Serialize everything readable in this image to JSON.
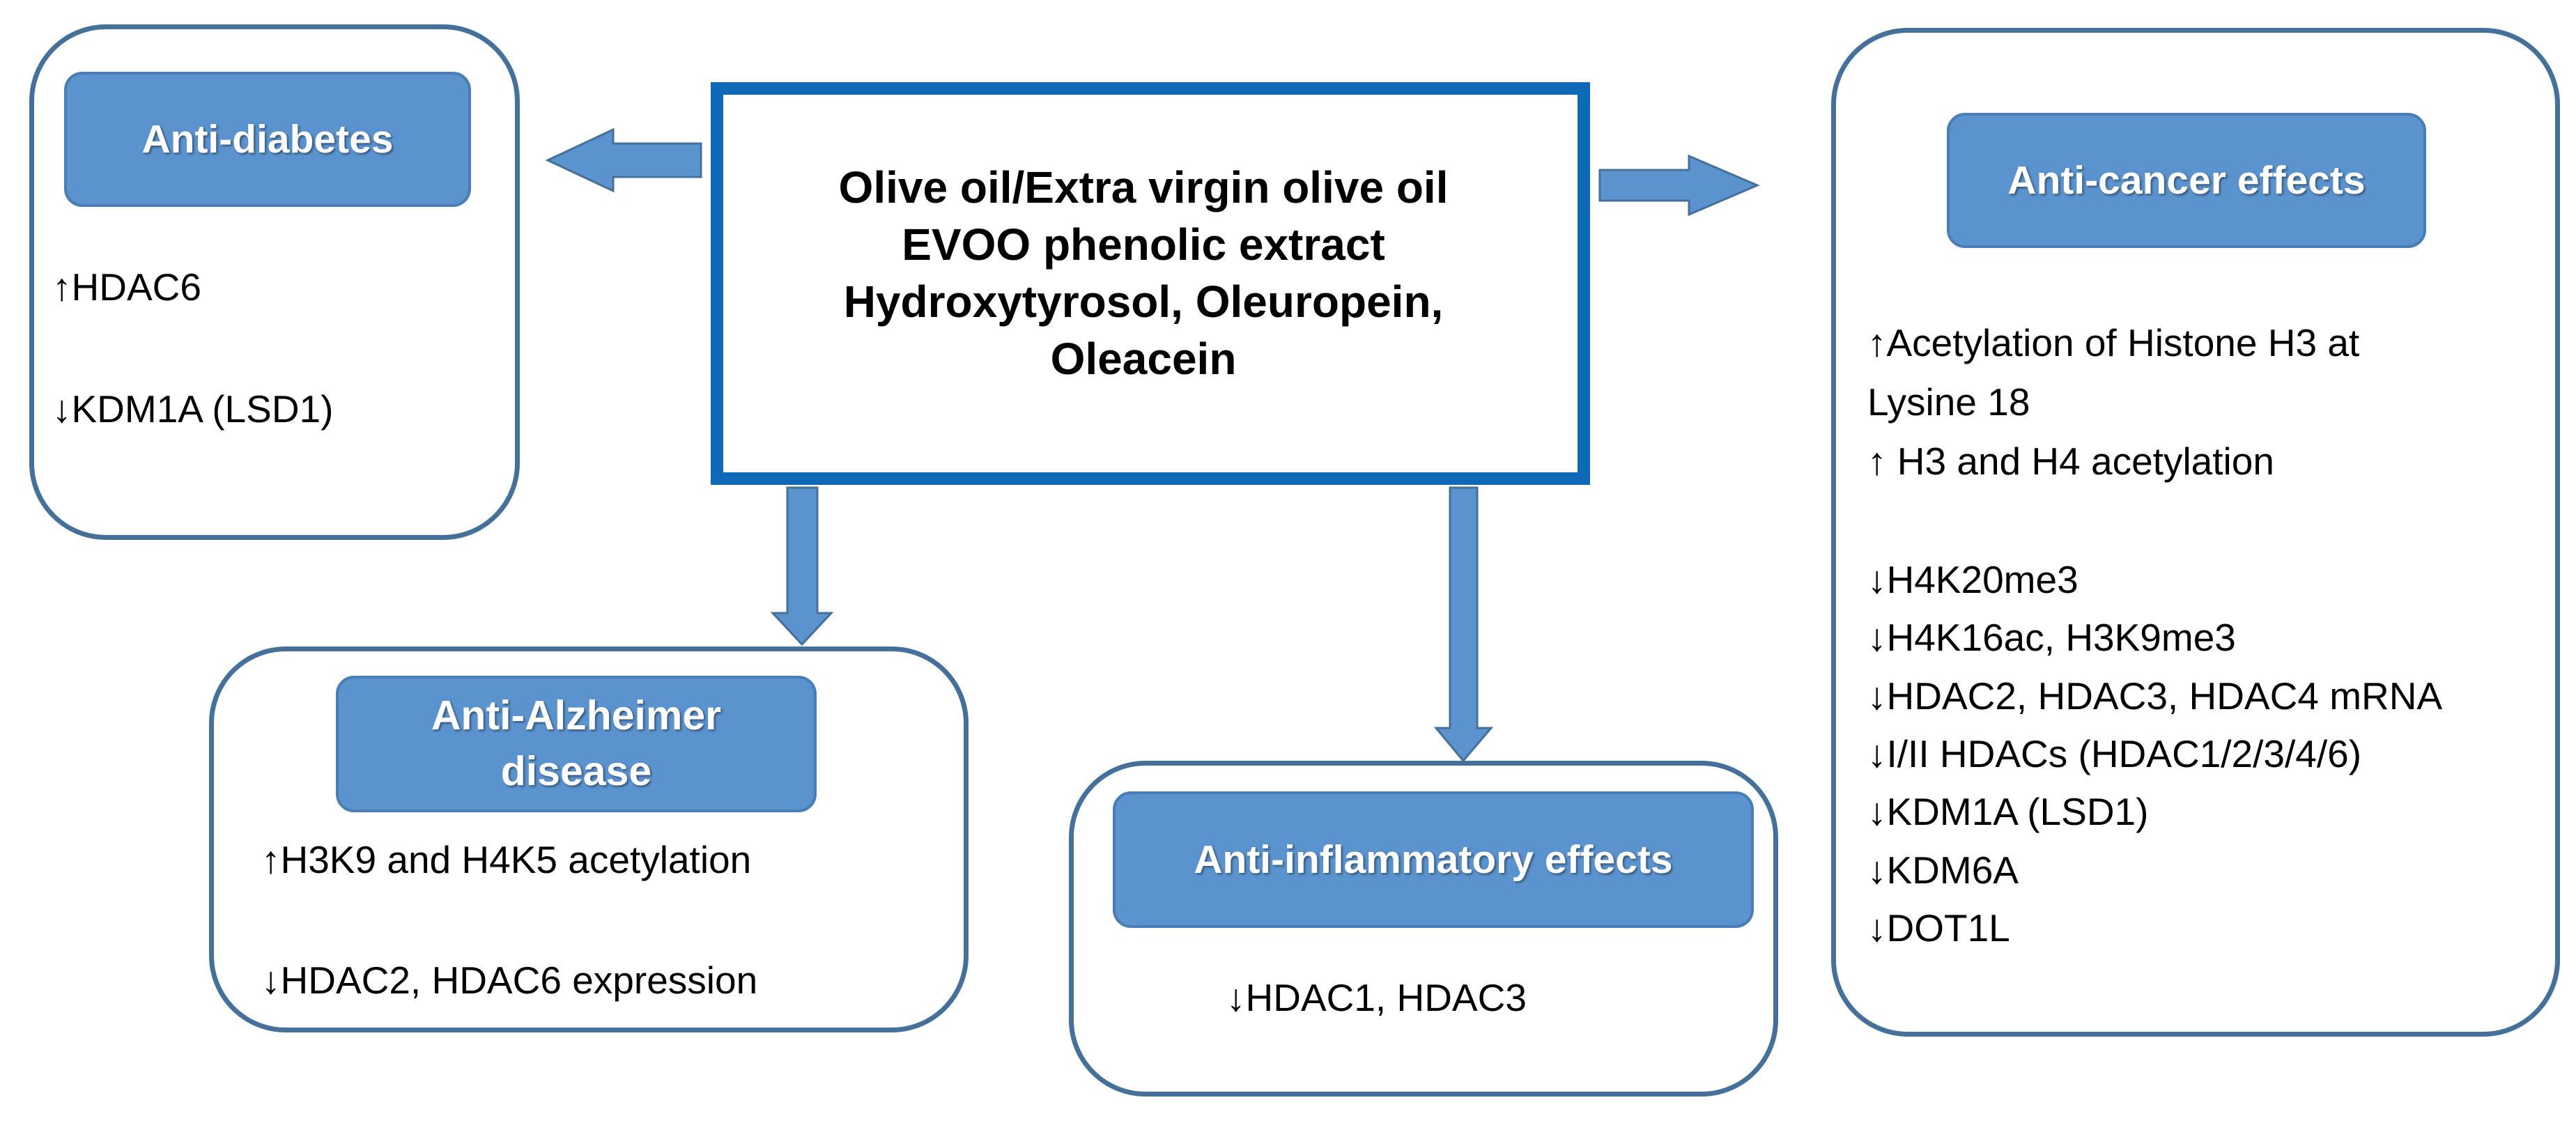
{
  "center": {
    "lines": [
      "Olive oil/Extra virgin olive oil",
      "EVOO phenolic extract",
      "Hydroxytyrosol, Oleuropein,",
      "Oleacein"
    ]
  },
  "anti_diabetes": {
    "title": "Anti-diabetes",
    "items": [
      "↑HDAC6",
      "↓KDM1A (LSD1)"
    ]
  },
  "anti_alzheimer": {
    "title_line1": "Anti-Alzheimer",
    "title_line2": "disease",
    "items": [
      "↑H3K9 and H4K5 acetylation",
      "↓HDAC2, HDAC6 expression"
    ]
  },
  "anti_inflammatory": {
    "title": "Anti-inflammatory effects",
    "items": [
      "↓HDAC1, HDAC3"
    ]
  },
  "anti_cancer": {
    "title": "Anti-cancer effects",
    "items": [
      "↑Acetylation of Histone H3 at",
      "Lysine 18",
      "↑ H3 and H4 acetylation",
      "↓H4K20me3",
      "↓H4K16ac, H3K9me3",
      "↓HDAC2, HDAC3, HDAC4 mRNA",
      "↓I/II HDACs (HDAC1/2/3/4/6)",
      "↓KDM1A (LSD1)",
      "↓KDM6A",
      "↓DOT1L"
    ]
  },
  "colors": {
    "box_border": "#44709a",
    "center_border": "#0f68b8",
    "header_fill": "#5b93cf",
    "arrow_fill": "#5b93cf",
    "arrow_stroke": "#44709a"
  }
}
